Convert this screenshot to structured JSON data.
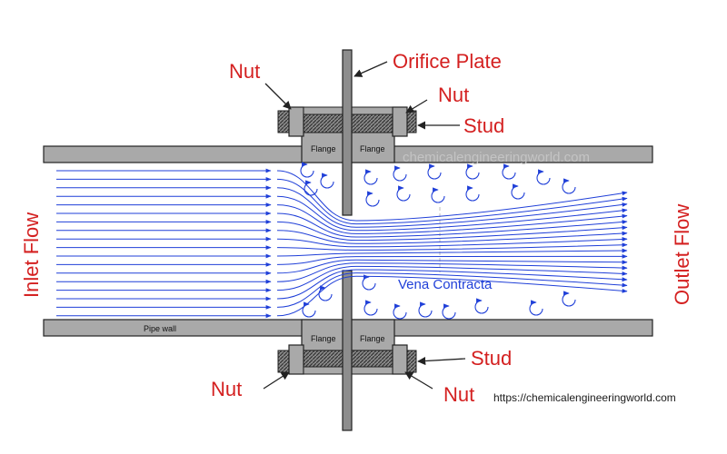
{
  "labels": {
    "orifice_plate": "Orifice Plate",
    "nut_top_left": "Nut",
    "nut_top_right": "Nut",
    "stud_top": "Stud",
    "stud_bottom": "Stud",
    "nut_bottom_left": "Nut",
    "nut_bottom_right": "Nut",
    "inlet_flow": "Inlet Flow",
    "outlet_flow": "Outlet Flow",
    "vena_contracta": "Vena Contracta",
    "pipe_wall": "Pipe wall",
    "flange_tl": "Flange",
    "flange_tr": "Flange",
    "flange_bl": "Flange",
    "flange_br": "Flange",
    "watermark": "chemicalengineeringworld.com",
    "source_url": "https://chemicalengineeringworld.com"
  },
  "colors": {
    "label_red": "#d42020",
    "flow_blue": "#1f3fd8",
    "metal_gray": "#a9a9a9",
    "outline": "#222222"
  }
}
